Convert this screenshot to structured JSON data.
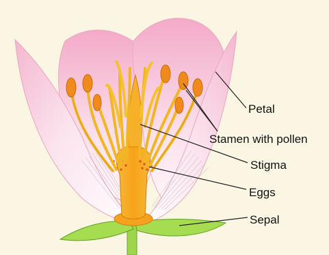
{
  "labels": {
    "petal": "Petal",
    "stamen": "Stamen with pollen",
    "stigma": "Stigma",
    "eggs": "Eggs",
    "sepal": "Sepal"
  },
  "colors": {
    "background": "#fbf6e4",
    "petal_pink": "#f2b3cc",
    "petal_light": "#fdf0f5",
    "anther_orange": "#f08a1c",
    "filament_yellow": "#f6c12e",
    "ovary_orange": "#f4a21f",
    "sepal_green": "#9ed94a",
    "leader_line": "#222222"
  }
}
